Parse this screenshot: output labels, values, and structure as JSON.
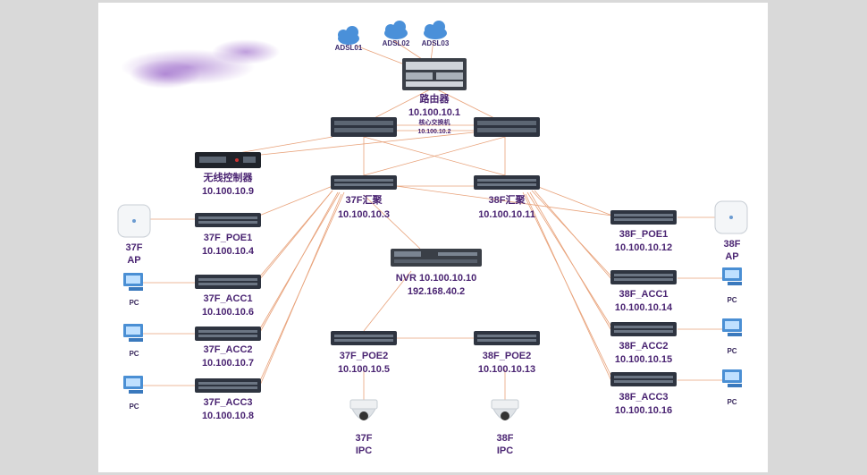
{
  "diagram": {
    "router": {
      "name": "路由器",
      "ip": "10.100.10.1"
    },
    "core": {
      "name": "核心交换机",
      "ip": "10.100.10.2"
    },
    "adsl": [
      "ADSL01",
      "ADSL02",
      "ADSL03"
    ],
    "wlc": {
      "name": "无线控制器",
      "ip": "10.100.10.9"
    },
    "agg37": {
      "name": "37F汇聚",
      "ip": "10.100.10.3"
    },
    "agg38": {
      "name": "38F汇聚",
      "ip": "10.100.10.11"
    },
    "nvr": {
      "name": "NVR 10.100.10.10",
      "ip": "192.168.40.2"
    },
    "left": [
      {
        "name": "37F_POE1",
        "ip": "10.100.10.4"
      },
      {
        "name": "37F_ACC1",
        "ip": "10.100.10.6"
      },
      {
        "name": "37F_ACC2",
        "ip": "10.100.10.7"
      },
      {
        "name": "37F_ACC3",
        "ip": "10.100.10.8"
      }
    ],
    "right": [
      {
        "name": "38F_POE1",
        "ip": "10.100.10.12"
      },
      {
        "name": "38F_ACC1",
        "ip": "10.100.10.14"
      },
      {
        "name": "38F_ACC2",
        "ip": "10.100.10.15"
      },
      {
        "name": "38F_ACC3",
        "ip": "10.100.10.16"
      }
    ],
    "poe37": {
      "name": "37F_POE2",
      "ip": "10.100.10.5"
    },
    "poe38": {
      "name": "38F_POE2",
      "ip": "10.100.10.13"
    },
    "ap37": {
      "line1": "37F",
      "line2": "AP"
    },
    "ap38": {
      "line1": "38F",
      "line2": "AP"
    },
    "ipc37": {
      "line1": "37F",
      "line2": "IPC"
    },
    "ipc38": {
      "line1": "38F",
      "line2": "IPC"
    },
    "pc_label": "PC",
    "colors": {
      "label": "#4a2472",
      "link": "#e8a27a",
      "switch": "#2e3440"
    }
  }
}
